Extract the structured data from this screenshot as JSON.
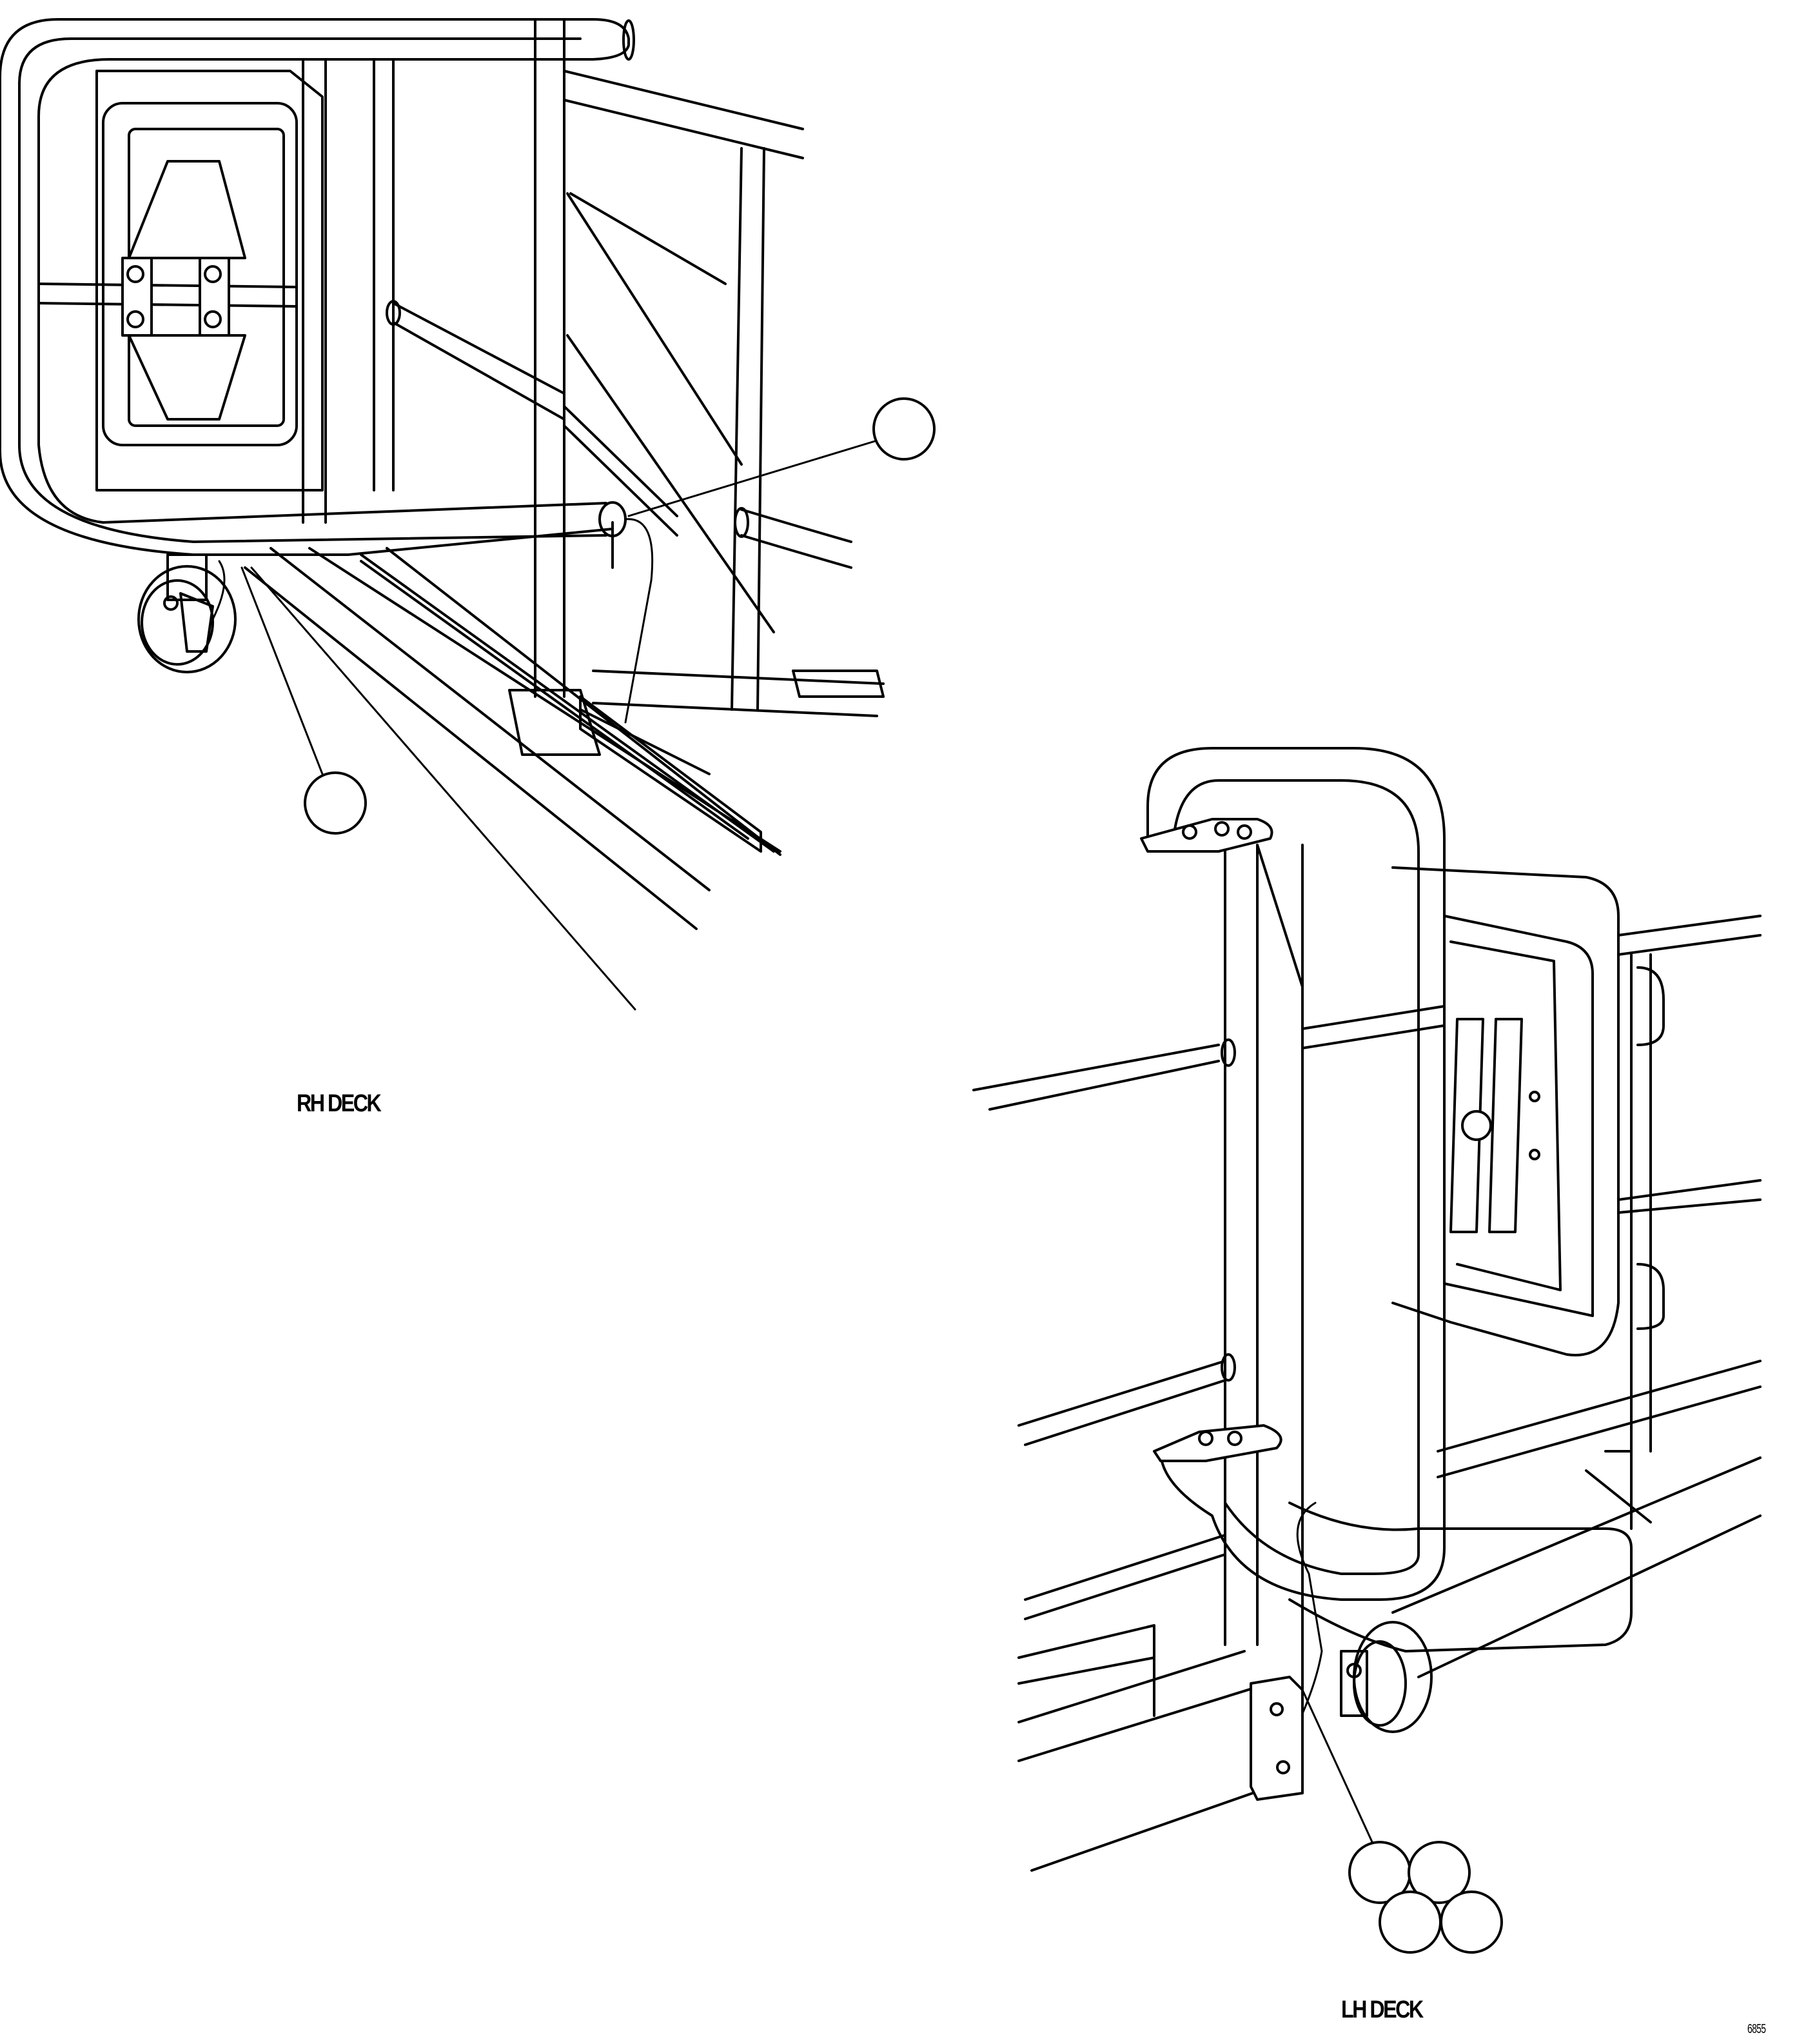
{
  "views": {
    "rh": {
      "label": "RH DECK"
    },
    "lh": {
      "label": "LH DECK"
    }
  },
  "figure_number": "6855"
}
